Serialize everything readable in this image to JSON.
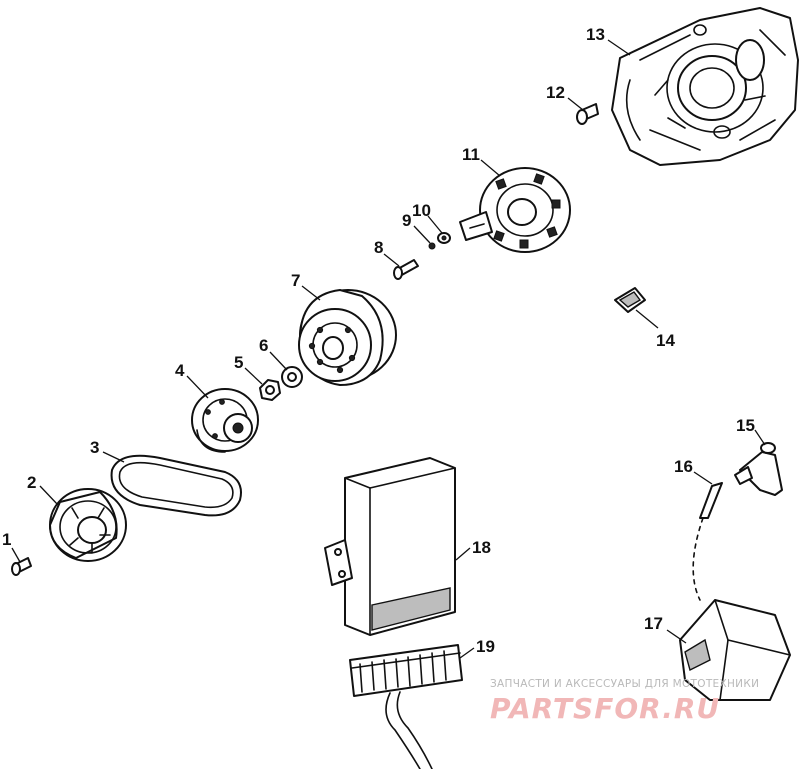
{
  "callouts": {
    "c1": "1",
    "c2": "2",
    "c3": "3",
    "c4": "4",
    "c5": "5",
    "c6": "6",
    "c7": "7",
    "c8": "8",
    "c9": "9",
    "c10": "10",
    "c11": "11",
    "c12": "12",
    "c13": "13",
    "c14": "14",
    "c15": "15",
    "c16": "16",
    "c17": "17",
    "c18": "18",
    "c19": "19"
  },
  "watermark": {
    "tagline": "ЗАПЧАСТИ И АКСЕССУАРЫ ДЛЯ МОТОТЕХНИКИ",
    "brand": "PARTSFOR.RU"
  },
  "colors": {
    "line": "#111111",
    "watermark_brand": "#f1b7b7",
    "watermark_tagline": "#b9b9b9"
  }
}
